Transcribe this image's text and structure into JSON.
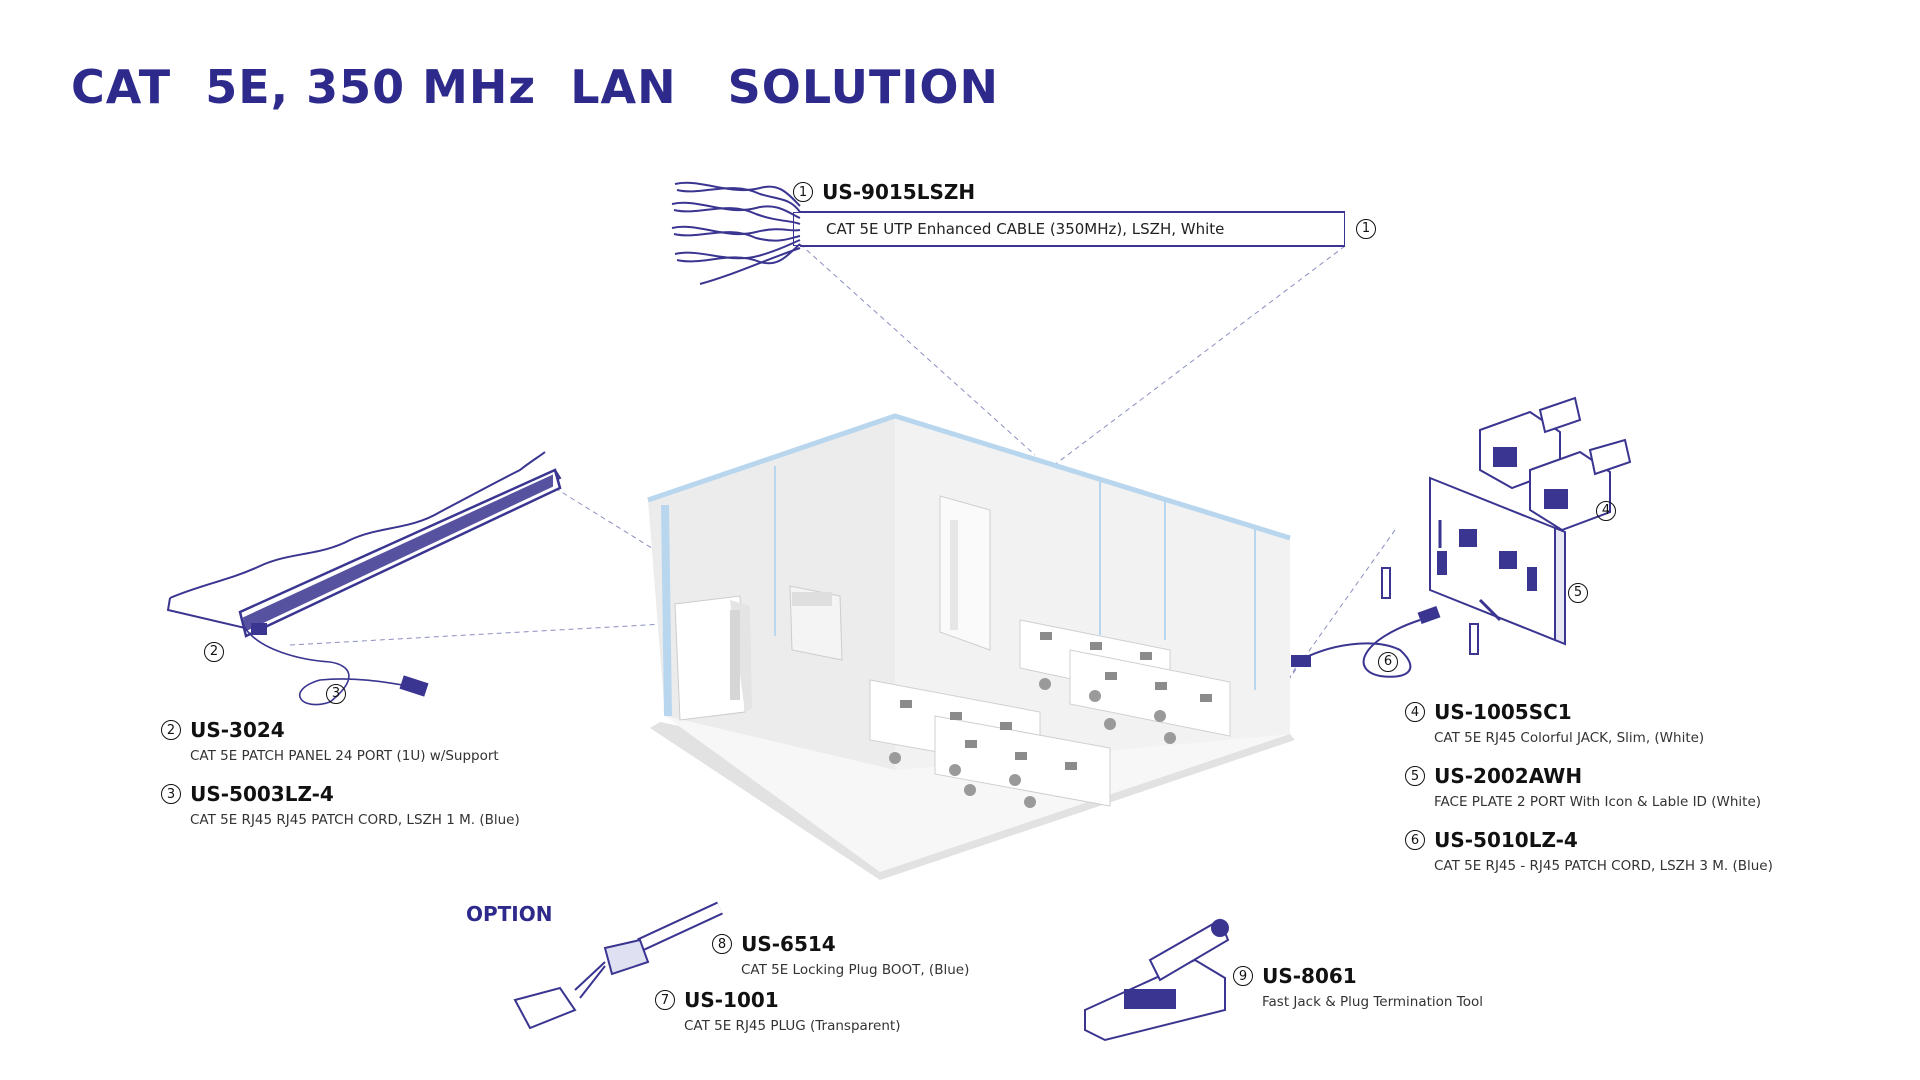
{
  "title": "CAT  5E, 350 MHz  LAN   SOLUTION",
  "colors": {
    "brand": "#2e2a8c",
    "line": "#3a3590",
    "wall_accent": "#b9d6ef"
  },
  "cable": {
    "num": "1",
    "code": "US-9015LSZH",
    "box_text": "CAT 5E UTP Enhanced CABLE (350MHz), LSZH, White",
    "box_num": "1"
  },
  "patch_panel": {
    "num": "2",
    "code": "US-3024",
    "desc": "CAT 5E PATCH PANEL 24 PORT (1U) w/Support"
  },
  "patch_cord_1m": {
    "num": "3",
    "code": "US-5003LZ-4",
    "desc": "CAT 5E RJ45 RJ45 PATCH CORD, LSZH 1 M. (Blue)"
  },
  "jack": {
    "num": "4",
    "code": "US-1005SC1",
    "desc": "CAT 5E RJ45 Colorful JACK, Slim, (White)"
  },
  "face_plate": {
    "num": "5",
    "code": "US-2002AWH",
    "desc": "FACE PLATE 2 PORT With Icon & Lable ID (White)"
  },
  "patch_cord_3m": {
    "num": "6",
    "code": "US-5010LZ-4",
    "desc": "CAT 5E RJ45 - RJ45 PATCH CORD, LSZH 3 M. (Blue)"
  },
  "option_label": "OPTION",
  "plug": {
    "num": "7",
    "code": "US-1001",
    "desc": "CAT 5E RJ45 PLUG (Transparent)"
  },
  "boot": {
    "num": "8",
    "code": "US-6514",
    "desc": "CAT 5E Locking Plug BOOT, (Blue)"
  },
  "tool": {
    "num": "9",
    "code": "US-8061",
    "desc": "Fast Jack & Plug Termination Tool"
  },
  "callouts": {
    "n2": "2",
    "n3": "3",
    "n4": "4",
    "n5": "5",
    "n6": "6"
  }
}
